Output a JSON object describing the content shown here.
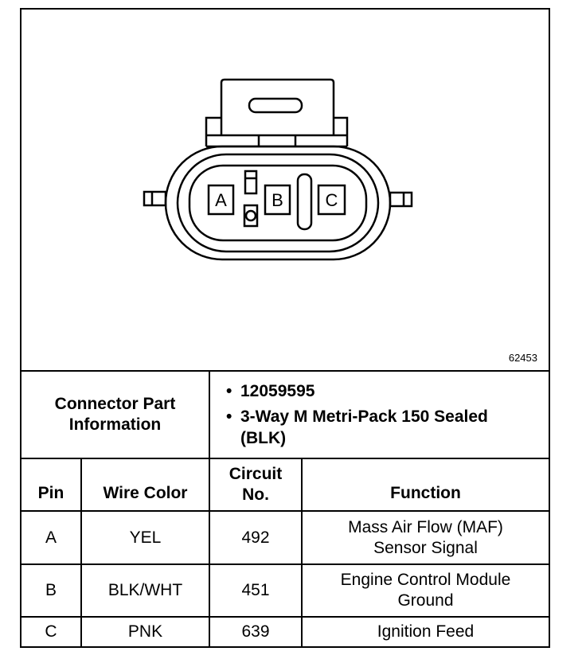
{
  "figure": {
    "pin_labels": [
      "A",
      "B",
      "C"
    ],
    "figure_number": "62453"
  },
  "connector_info": {
    "label": "Connector Part Information",
    "items": [
      "12059595",
      "3-Way M Metri-Pack 150 Sealed (BLK)"
    ]
  },
  "table": {
    "headers": {
      "pin": "Pin",
      "wire_color": "Wire Color",
      "circuit": "Circuit No.",
      "function": "Function"
    },
    "rows": [
      {
        "pin": "A",
        "wire_color": "YEL",
        "circuit": "492",
        "function": "Mass Air Flow (MAF) Sensor Signal"
      },
      {
        "pin": "B",
        "wire_color": "BLK/WHT",
        "circuit": "451",
        "function": "Engine Control Module Ground"
      },
      {
        "pin": "C",
        "wire_color": "PNK",
        "circuit": "639",
        "function": "Ignition Feed"
      }
    ]
  }
}
